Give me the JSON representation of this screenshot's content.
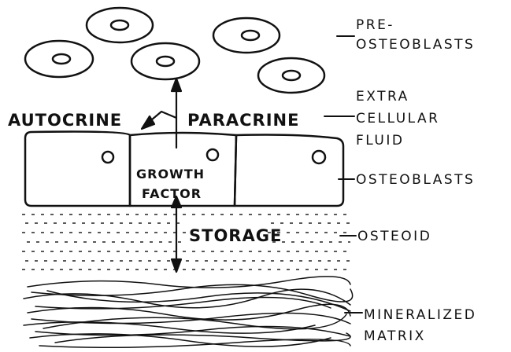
{
  "labels": {
    "pre_osteoblasts_1": "PRE-",
    "pre_osteoblasts_2": "OSTEOBLASTS",
    "extra_cellular_1": "EXTRA",
    "extra_cellular_2": "CELLULAR",
    "extra_cellular_3": "FLUID",
    "osteoblasts": "OSTEOBLASTS",
    "osteoid": "OSTEOID",
    "mineralized_1": "MINERALIZED",
    "mineralized_2": "MATRIX"
  },
  "annotations": {
    "autocrine": "AUTOCRINE",
    "paracrine": "PARACRINE",
    "growth": "GROWTH",
    "factor": "FACTOR",
    "storage": "STORAGE"
  }
}
